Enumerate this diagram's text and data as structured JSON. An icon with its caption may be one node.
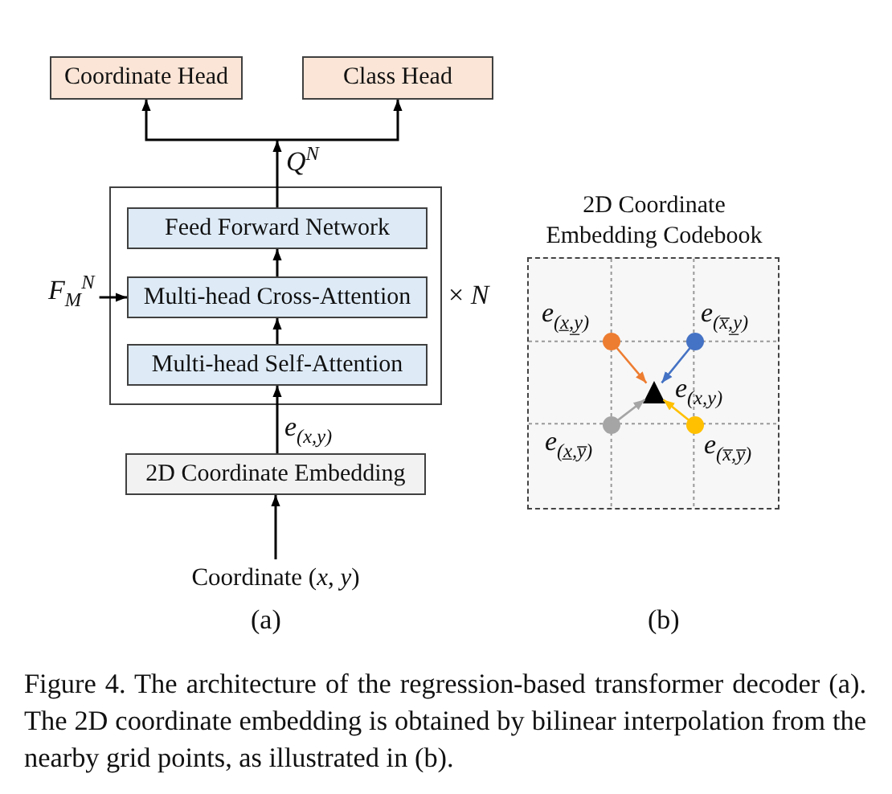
{
  "diagram": {
    "caption": "Figure 4. The architecture of the regression-based transformer decoder (a). The 2D coordinate embedding is obtained by bilinear interpolation from the nearby grid points, as illustrated in (b).",
    "nodes": [
      {
        "text": [
          "Coordinate Head"
        ]
      },
      {
        "text": [
          "Class Head"
        ]
      },
      {
        "text": [],
        "shape": "box",
        "beside": [
          "× *N*"
        ]
      },
      {
        "text": [
          "Feed Forward Network"
        ],
        "in": 2
      },
      {
        "text": [
          "Multi-head Cross-Attention"
        ],
        "in": 2
      },
      {
        "text": [
          "Multi-head Self-Attention"
        ],
        "in": 2
      },
      {
        "text": [
          "F$_{M}$$^{N}$"
        ]
      },
      {
        "text": [
          "2D Coordinate Embedding"
        ]
      },
      {
        "text": [
          "Coordinate (*x*, *y*)"
        ]
      },
      {
        "text": [
          "2D Coordinate Embedding Codebook"
        ]
      },
      {
        "text": [],
        "shape": "circle",
        "in": 9,
        "beside": [
          "e$_{(x̲,y̲)}$"
        ]
      },
      {
        "text": [],
        "shape": "circle",
        "in": 9,
        "beside": [
          "e$_{(x̅,y̲)}$"
        ]
      },
      {
        "text": [],
        "shape": "triangle",
        "in": 9,
        "beside": [
          "e$_{(x,y)}$"
        ]
      },
      {
        "text": [],
        "shape": "circle",
        "in": 9,
        "beside": [
          "e$_{(x̲,y̅)}$"
        ]
      },
      {
        "text": [],
        "shape": "circle",
        "in": 9,
        "beside": [
          "e$_{(x̅,y̅)}$"
        ]
      }
    ],
    "edges": [
      {
        "from": 3,
        "to": 0,
        "arrow": "to",
        "label": "Q$^{N}$"
      },
      {
        "from": 3,
        "to": 1,
        "arrow": "to"
      },
      {
        "from": 4,
        "to": 3,
        "arrow": "to"
      },
      {
        "from": 5,
        "to": 4,
        "arrow": "to"
      },
      {
        "from": 6,
        "to": 4,
        "arrow": "to"
      },
      {
        "from": 7,
        "to": 5,
        "arrow": "to",
        "label": "e$_{(x,y)}$"
      },
      {
        "from": 8,
        "to": 7,
        "arrow": "to"
      },
      {
        "from": 10,
        "to": 12,
        "arrow": "to",
        "color": "#ed7d31"
      },
      {
        "from": 11,
        "to": 12,
        "arrow": "to",
        "color": "#4472c4"
      },
      {
        "from": 13,
        "to": 12,
        "arrow": "to",
        "color": "#a5a5a5"
      },
      {
        "from": 14,
        "to": 12,
        "arrow": "to",
        "color": "#ffc000"
      }
    ],
    "labels": [
      "(a)",
      "(b)"
    ]
  }
}
